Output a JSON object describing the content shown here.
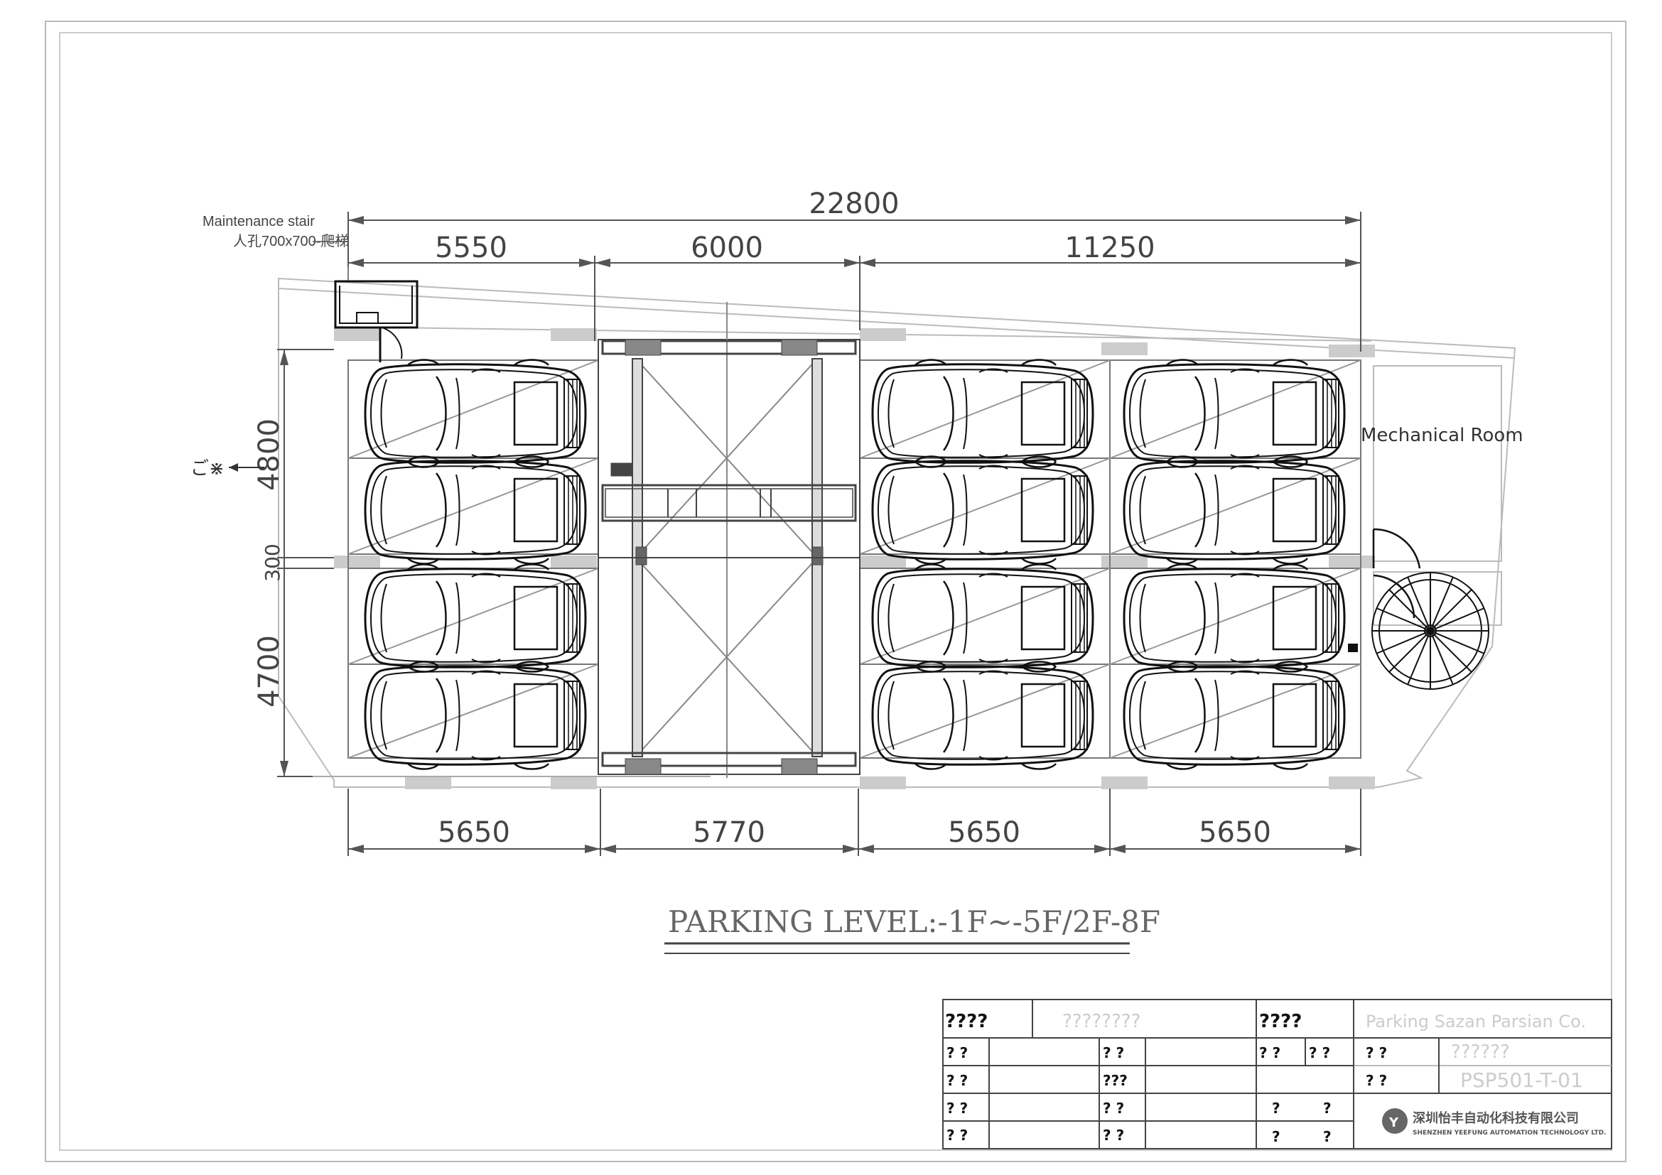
{
  "dimensions": {
    "overall": "22800",
    "top": [
      "5550",
      "6000",
      "11250"
    ],
    "bottom": [
      "5650",
      "5770",
      "5650",
      "5650"
    ],
    "left": [
      "4800",
      "300",
      "4700"
    ]
  },
  "labels": {
    "maintenance_stair": "Maintenance stair",
    "manhole": "人孔700x700-爬梯",
    "mechanical_room": "Mechanical Room",
    "entry_mark": "ご⋇",
    "parking_level": "PARKING LEVEL:-1F~-5F/2F-8F"
  },
  "title_block": {
    "r1": [
      "????",
      "????????",
      "????",
      "Parking Sazan Parsian Co."
    ],
    "r2": [
      "? ?",
      "? ?",
      "? ?",
      "? ?",
      "? ?",
      "??????"
    ],
    "r3": [
      "? ?",
      "???",
      "? ?",
      "PSP501-T-01"
    ],
    "r4": [
      "? ?",
      "? ?",
      "?",
      "?"
    ],
    "r5": [
      "? ?",
      "? ?",
      "?",
      "?"
    ],
    "company_cn": "深圳怡丰自动化科技有限公司",
    "company_en": "SHENZHEN YEEFUNG AUTOMATION TECHNOLOGY LTD."
  },
  "colors": {
    "line": "#222222",
    "dim": "#555555",
    "column": "#cccccc",
    "frame": "#bbbbbb"
  }
}
